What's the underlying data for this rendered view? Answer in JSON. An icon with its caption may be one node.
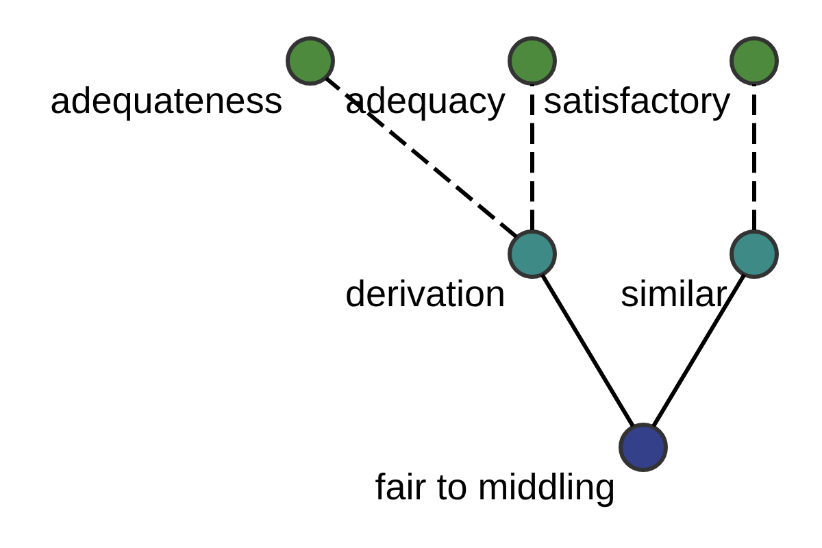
{
  "diagram": {
    "nodes": [
      {
        "text": [],
        "shape": "circle",
        "beside": [
          "adequateness"
        ]
      },
      {
        "text": [],
        "shape": "circle",
        "beside": [
          "adequacy"
        ]
      },
      {
        "text": [],
        "shape": "circle",
        "beside": [
          "satisfactory"
        ]
      },
      {
        "text": [],
        "shape": "circle",
        "beside": [
          "derivation"
        ]
      },
      {
        "text": [],
        "shape": "circle",
        "beside": [
          "similar"
        ]
      },
      {
        "text": [],
        "shape": "circle",
        "beside": [
          "fair to middling"
        ]
      }
    ],
    "edges": [
      {
        "from": 5,
        "to": 3,
        "arrow": "none"
      },
      {
        "from": 5,
        "to": 4,
        "arrow": "none"
      },
      {
        "from": 3,
        "to": 0,
        "arrow": "none",
        "style": "dashed"
      },
      {
        "from": 3,
        "to": 1,
        "arrow": "none",
        "style": "dashed"
      },
      {
        "from": 4,
        "to": 2,
        "arrow": "none",
        "style": "dashed"
      }
    ]
  }
}
